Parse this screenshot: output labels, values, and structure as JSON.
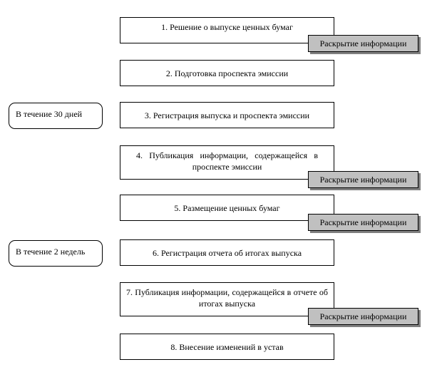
{
  "diagram": {
    "steps": [
      {
        "label": "1. Решение о выпуске ценных бумаг"
      },
      {
        "label": "2. Подготовка проспекта эмиссии"
      },
      {
        "label": "3. Регистрация выпуска и проспекта эмиссии"
      },
      {
        "label": "4. Публикация информации, содержащейся в проспекте эмиссии"
      },
      {
        "label": "5. Размещение ценных бумаг"
      },
      {
        "label": "6. Регистрация отчета об итогах выпуска"
      },
      {
        "label": "7. Публикация информации, содержащейся в отчете об итогах выпуска"
      },
      {
        "label": "8. Внесение изменений в устав"
      }
    ],
    "disclosure_label": "Раскрытие информации",
    "periods": [
      {
        "label": "В течение 30 дней"
      },
      {
        "label": "В течение 2 недель"
      }
    ]
  }
}
